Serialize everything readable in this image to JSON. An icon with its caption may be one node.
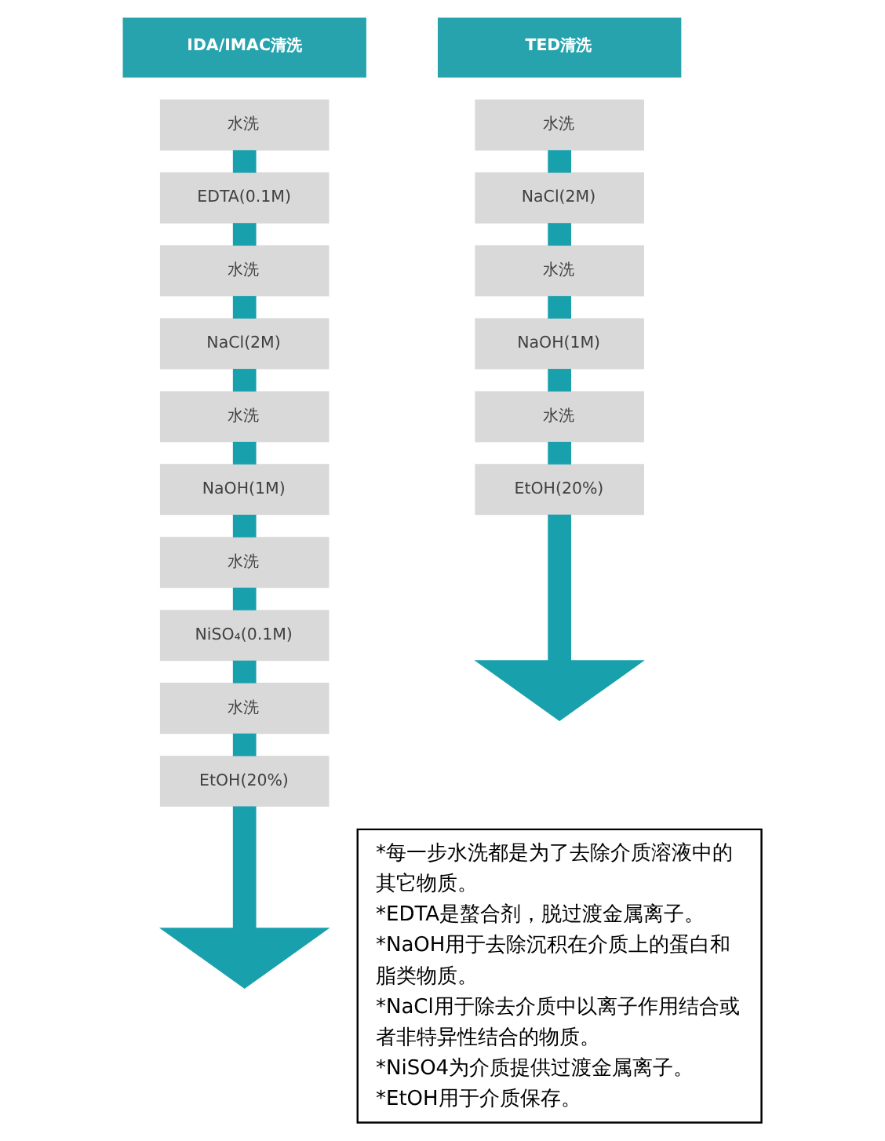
{
  "diagram": {
    "nodes": [
      {
        "text": [
          "IDA/IMAC清洗"
        ]
      },
      {
        "text": [
          "水洗"
        ]
      },
      {
        "text": [
          "EDTA(0.1M)"
        ]
      },
      {
        "text": [
          "水洗"
        ]
      },
      {
        "text": [
          "NaCl(2M)"
        ]
      },
      {
        "text": [
          "水洗"
        ]
      },
      {
        "text": [
          "NaOH(1M)"
        ]
      },
      {
        "text": [
          "水洗"
        ]
      },
      {
        "text": [
          "NiSO₄(0.1M)"
        ]
      },
      {
        "text": [
          "水洗"
        ]
      },
      {
        "text": [
          "EtOH(20%)"
        ]
      },
      {
        "text": [
          "TED清洗"
        ]
      },
      {
        "text": [
          "水洗"
        ]
      },
      {
        "text": [
          "NaCl(2M)"
        ]
      },
      {
        "text": [
          "水洗"
        ]
      },
      {
        "text": [
          "NaOH(1M)"
        ]
      },
      {
        "text": [
          "水洗"
        ]
      },
      {
        "text": [
          "EtOH(20%)"
        ]
      },
      {
        "text": [
          "*每一步水洗都是为了去除介质溶液中的其它物质。",
          "*EDTA是螯合剂，脱过渡金属离子。",
          "*NaOH用于去除沉积在介质上的蛋白和脂类物质。",
          "*NaCl用于除去介质中以离子作用结合或者非特异性结合的物质。",
          "*NiSO4为介质提供过渡金属离子。",
          "*EtOH用于介质保存。"
        ]
      }
    ],
    "edges": [
      {
        "from": 1,
        "to": 2,
        "arrow": "none"
      },
      {
        "from": 2,
        "to": 3,
        "arrow": "none"
      },
      {
        "from": 3,
        "to": 4,
        "arrow": "none"
      },
      {
        "from": 4,
        "to": 5,
        "arrow": "none"
      },
      {
        "from": 5,
        "to": 6,
        "arrow": "none"
      },
      {
        "from": 6,
        "to": 7,
        "arrow": "none"
      },
      {
        "from": 7,
        "to": 8,
        "arrow": "none"
      },
      {
        "from": 8,
        "to": 9,
        "arrow": "none"
      },
      {
        "from": 9,
        "to": 10,
        "arrow": "none"
      },
      {
        "from": 10,
        "to": null,
        "arrow": "to"
      },
      {
        "from": 12,
        "to": 13,
        "arrow": "none"
      },
      {
        "from": 13,
        "to": 14,
        "arrow": "none"
      },
      {
        "from": 14,
        "to": 15,
        "arrow": "none"
      },
      {
        "from": 15,
        "to": 16,
        "arrow": "none"
      },
      {
        "from": 16,
        "to": 17,
        "arrow": "none"
      },
      {
        "from": 17,
        "to": null,
        "arrow": "to"
      }
    ]
  }
}
